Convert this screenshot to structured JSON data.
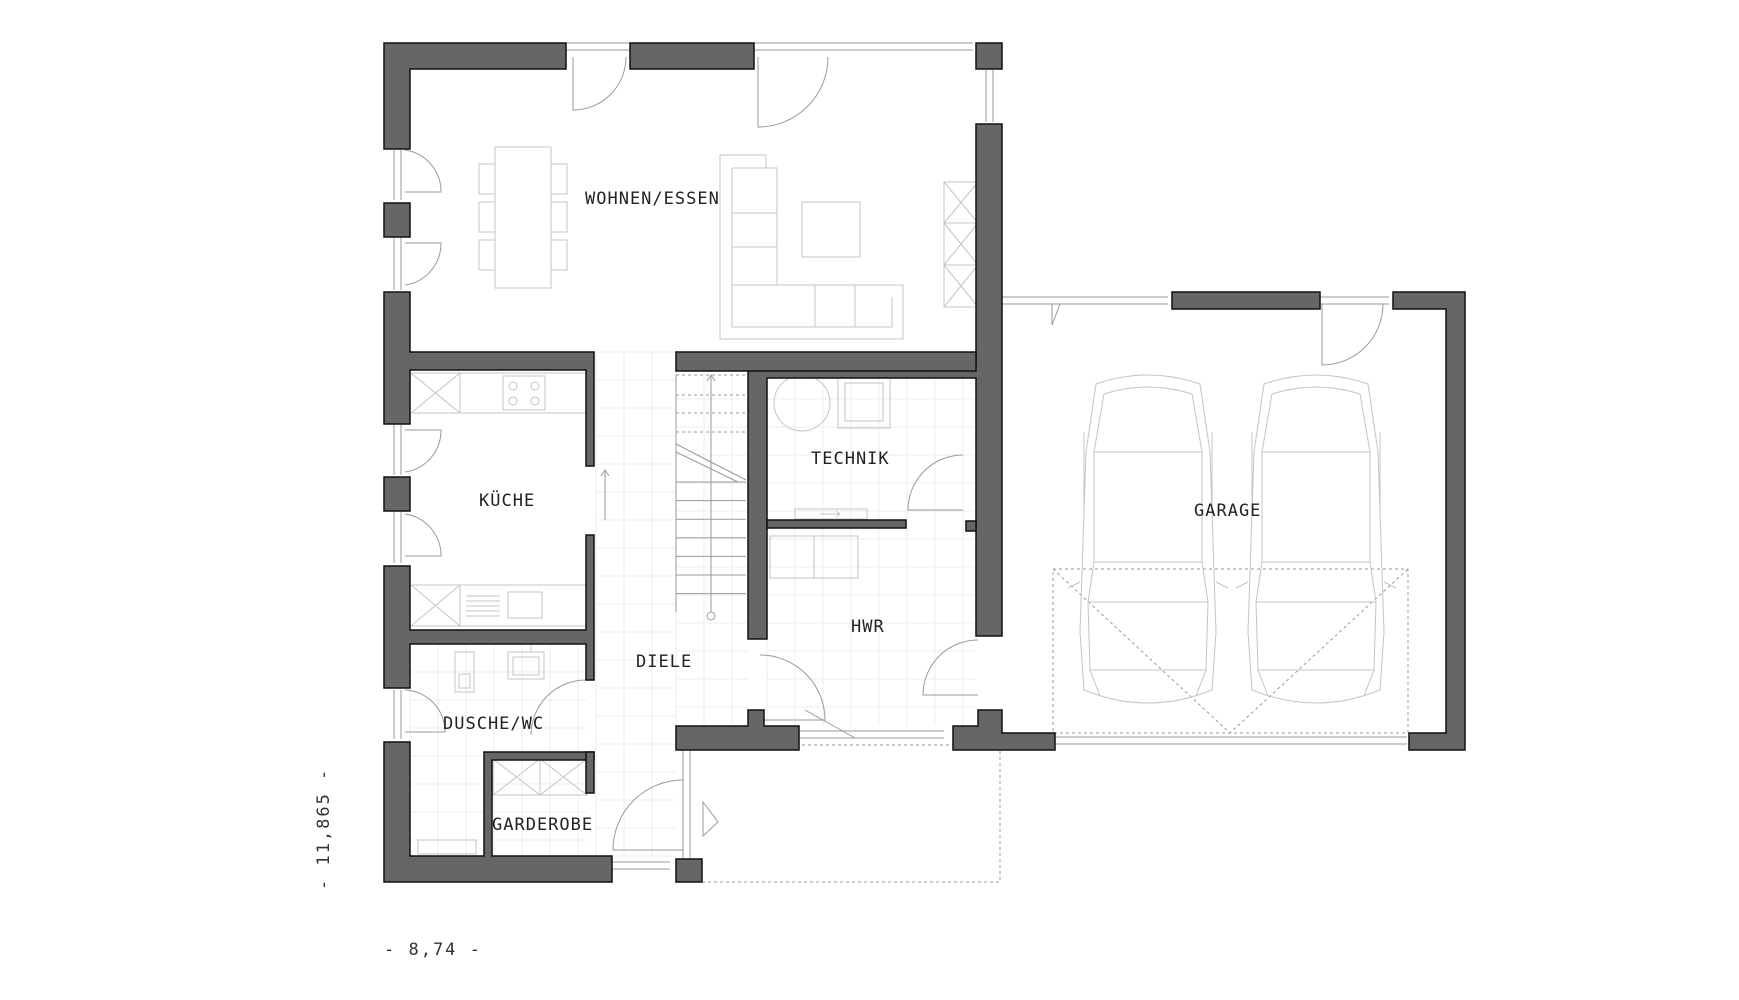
{
  "rooms": {
    "wohnen": "WOHNEN/ESSEN",
    "kueche": "KÜCHE",
    "technik": "TECHNIK",
    "garage": "GARAGE",
    "hwr": "HWR",
    "diele": "DIELE",
    "dusche": "DUSCHE/WC",
    "garderobe": "GARDEROBE"
  },
  "dimensions": {
    "width": "- 8,74 -",
    "height": "- 11,865 -"
  },
  "colors": {
    "wall_fill": "#666666",
    "line": "#9a9a9a",
    "text": "#222222"
  }
}
